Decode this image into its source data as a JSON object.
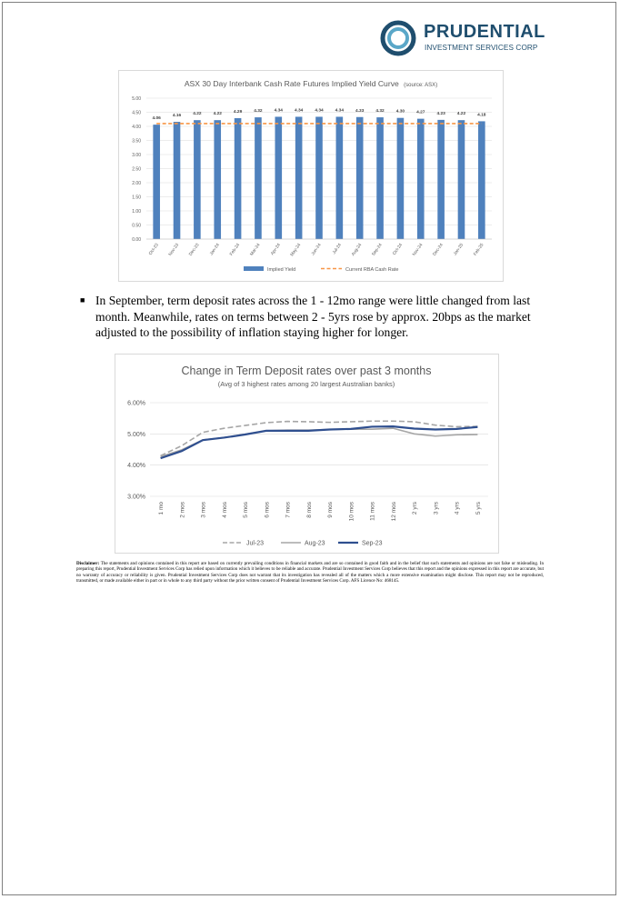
{
  "logo": {
    "name": "PRUDENTIAL",
    "subtitle": "INVESTMENT SERVICES CORP",
    "colors": {
      "ring_outer": "#1f4e6e",
      "ring_inner": "#5aa7c8",
      "text": "#1f4e6e"
    }
  },
  "body": {
    "bullet_text": "In September, term deposit rates across the 1 - 12mo range were little changed from last month. Meanwhile, rates on terms between 2 - 5yrs rose by approx. 20bps as the market adjusted to the possibility of inflation staying higher for longer."
  },
  "disclaimer": {
    "label": "Disclaimer:",
    "text": "The statements and opinions contained in this report are based on currently prevailing conditions in financial markets and are so contained in good faith and in the belief that such statements and opinions are not false or misleading. In preparing this report, Prudential Investment Services Corp has relied upon information which it believes to be reliable and accurate. Prudential Investment Services Corp believes that this report and the opinions expressed in this report are accurate, but no warranty of accuracy or reliability is given. Prudential Investment Services Corp does not warrant that its investigation has revealed all of the matters which a more extensive examination might disclose. This report may not be reproduced, transmitted, or made available either in part or in whole to any third party without the prior written consent of Prudential Investment Services Corp. AFS Licence No: 468145."
  },
  "chart_data": [
    {
      "type": "bar",
      "title": "ASX 30 Day Interbank Cash Rate Futures Implied Yield Curve",
      "title_note": "(source: ASX)",
      "categories": [
        "Oct-23",
        "Nov-23",
        "Dec-23",
        "Jan-24",
        "Feb-24",
        "Mar-24",
        "Apr-24",
        "May-24",
        "Jun-24",
        "Jul-24",
        "Aug-24",
        "Sep-24",
        "Oct-24",
        "Nov-24",
        "Dec-24",
        "Jan-25",
        "Feb-25"
      ],
      "series": [
        {
          "name": "Implied Yield",
          "kind": "bar",
          "color": "#4f81bd",
          "values": [
            4.06,
            4.16,
            4.22,
            4.22,
            4.29,
            4.32,
            4.34,
            4.34,
            4.34,
            4.34,
            4.33,
            4.32,
            4.3,
            4.27,
            4.23,
            4.22,
            4.18
          ],
          "labels": [
            "4.06",
            "4.16",
            "4.22",
            "4.22",
            "4.29",
            "4.32",
            "4.34",
            "4.34",
            "4.34",
            "4.34",
            "4.33",
            "4.32",
            "4.30",
            "4.27",
            "4.23",
            "4.22",
            "4.18"
          ]
        },
        {
          "name": "Current RBA Cash Rate",
          "kind": "line",
          "dashed": true,
          "color": "#f79646",
          "values": [
            4.1,
            4.1,
            4.1,
            4.1,
            4.1,
            4.1,
            4.1,
            4.1,
            4.1,
            4.1,
            4.1,
            4.1,
            4.1,
            4.1,
            4.1,
            4.1,
            4.1
          ]
        }
      ],
      "ylim": [
        0,
        5
      ],
      "yticks": [
        0,
        0.5,
        1,
        1.5,
        2,
        2.5,
        3,
        3.5,
        4,
        4.5,
        5
      ],
      "ytick_labels": [
        "0.00",
        "0.50",
        "1.00",
        "1.50",
        "2.00",
        "2.50",
        "3.00",
        "3.50",
        "4.00",
        "4.50",
        "5.00"
      ],
      "grid": true,
      "legend": "bottom"
    },
    {
      "type": "line",
      "title": "Change in Term Deposit rates over past 3 months",
      "subtitle": "(Avg of 3 highest rates among 20 largest Australian banks)",
      "categories": [
        "1 mo",
        "2 mos",
        "3 mos",
        "4 mos",
        "5 mos",
        "6 mos",
        "7 mos",
        "8 mos",
        "9 mos",
        "10 mos",
        "11 mos",
        "12 mos",
        "2 yrs",
        "3 yrs",
        "4 yrs",
        "5 yrs"
      ],
      "series": [
        {
          "name": "Jul-23",
          "color": "#a6a6a6",
          "dashed": true,
          "values": [
            4.3,
            4.62,
            5.05,
            5.18,
            5.27,
            5.36,
            5.4,
            5.39,
            5.37,
            5.39,
            5.41,
            5.41,
            5.39,
            5.28,
            5.23,
            5.24
          ]
        },
        {
          "name": "Aug-23",
          "color": "#a6a6a6",
          "dashed": false,
          "values": [
            4.27,
            4.49,
            4.81,
            4.88,
            4.99,
            5.1,
            5.12,
            5.12,
            5.14,
            5.15,
            5.15,
            5.18,
            5.0,
            4.93,
            4.97,
            4.98
          ]
        },
        {
          "name": "Sep-23",
          "color": "#2f4f8f",
          "dashed": false,
          "values": [
            4.22,
            4.45,
            4.8,
            4.88,
            4.98,
            5.1,
            5.1,
            5.1,
            5.14,
            5.16,
            5.23,
            5.24,
            5.17,
            5.14,
            5.16,
            5.22
          ]
        }
      ],
      "ylim": [
        3,
        6
      ],
      "yticks": [
        3,
        4,
        5,
        6
      ],
      "ytick_labels": [
        "3.00%",
        "4.00%",
        "5.00%",
        "6.00%"
      ],
      "grid": true,
      "legend": "bottom"
    }
  ]
}
